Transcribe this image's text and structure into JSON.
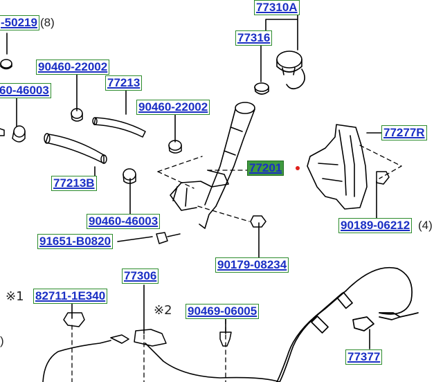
{
  "parts": [
    {
      "id": "p50219",
      "number": "-50219",
      "qty": "(8)"
    },
    {
      "id": "p77310a",
      "number": "77310A"
    },
    {
      "id": "p77316",
      "number": "77316"
    },
    {
      "id": "p90460_22002a",
      "number": "90460-22002"
    },
    {
      "id": "p77213",
      "number": "77213"
    },
    {
      "id": "p46003_left",
      "number": "60-46003"
    },
    {
      "id": "p90460_22002b",
      "number": "90460-22002"
    },
    {
      "id": "p77277r",
      "number": "77277R"
    },
    {
      "id": "p77201",
      "number": "77201",
      "highlighted": true
    },
    {
      "id": "p77213b",
      "number": "77213B"
    },
    {
      "id": "p90460_46003",
      "number": "90460-46003"
    },
    {
      "id": "p90189",
      "number": "90189-06212",
      "qty": "(4)"
    },
    {
      "id": "p91651",
      "number": "91651-B0820"
    },
    {
      "id": "p90179",
      "number": "90179-08234"
    },
    {
      "id": "p77306",
      "number": "77306"
    },
    {
      "id": "p82711",
      "number": "82711-1E340",
      "prefix": "※1"
    },
    {
      "id": "p90469",
      "number": "90469-06005",
      "prefix": "※2"
    },
    {
      "id": "p77377",
      "number": "77377"
    }
  ],
  "edge_mark": ")",
  "colors": {
    "label_text": "#1a2fc4",
    "label_border": "#2a8a2a",
    "highlight": "#3f9a3f",
    "line": "#000000",
    "marker": "#e0201b"
  }
}
